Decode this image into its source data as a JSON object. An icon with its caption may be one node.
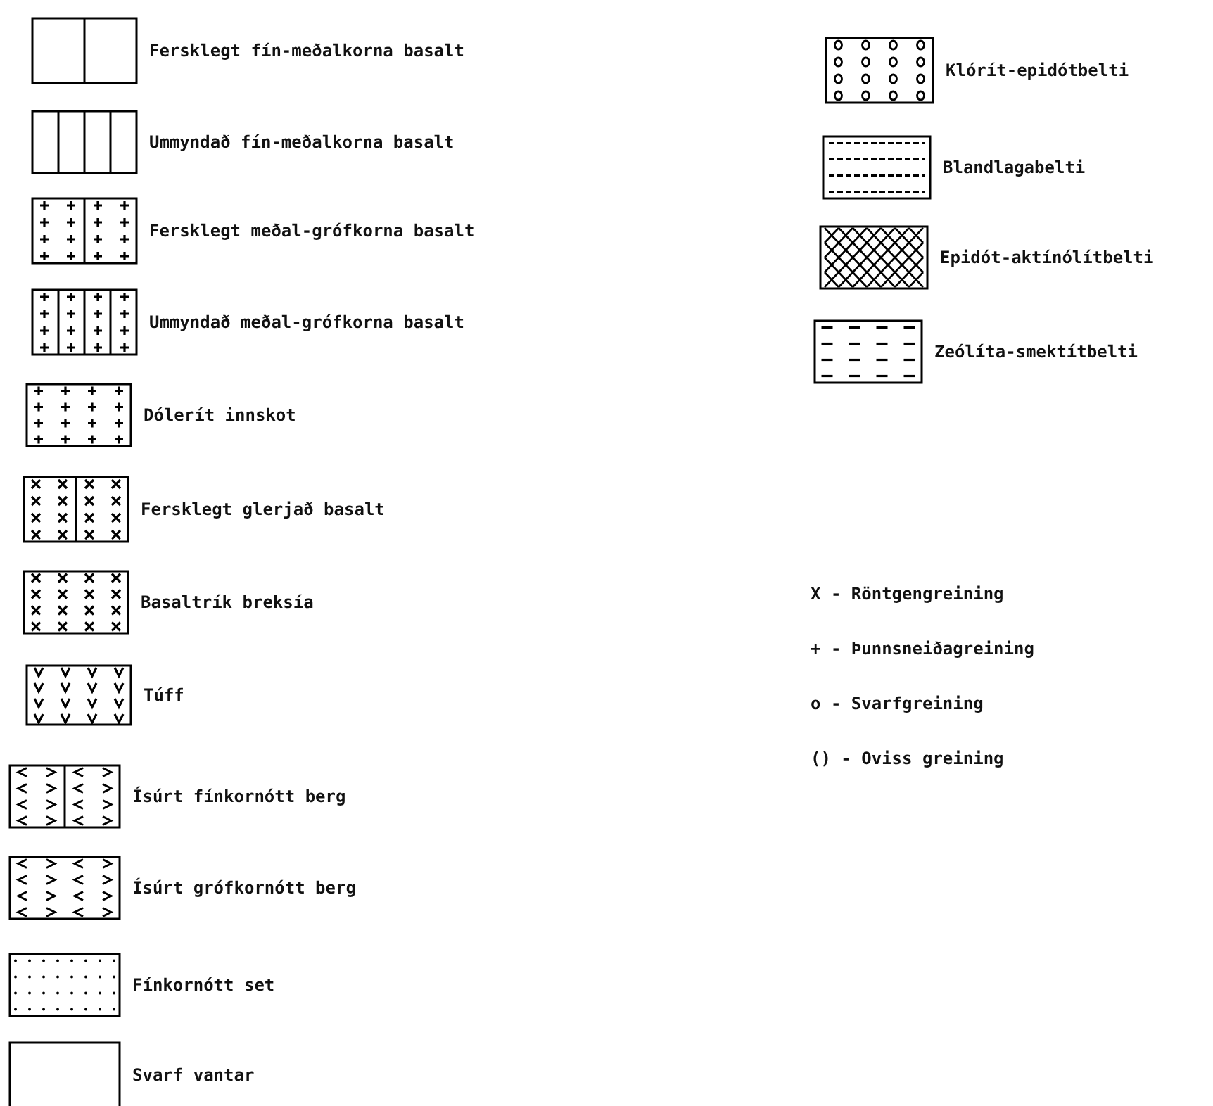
{
  "diagram": {
    "legend": [
      {
        "text": "Fersklegt fín-meðalkorna basalt"
      },
      {
        "text": "Ummyndað fín-meðalkorna basalt"
      },
      {
        "text": "Fersklegt meðal-grófkorna basalt"
      },
      {
        "text": "Ummyndað meðal-grófkorna basalt"
      },
      {
        "text": "Dólerít innskot"
      },
      {
        "text": "Fersklegt glerjað basalt"
      },
      {
        "text": "Basaltrík breksía"
      },
      {
        "text": "Túff"
      },
      {
        "text": "Ísúrt fínkornótt berg"
      },
      {
        "text": "Ísúrt grófkornótt berg"
      },
      {
        "text": "Fínkornótt set"
      },
      {
        "text": "Svarf vantar"
      },
      {
        "text": "Klórít-epidótbelti"
      },
      {
        "text": "Blandlagabelti"
      },
      {
        "text": "Epidót-aktínólítbelti"
      },
      {
        "text": "Zeólíta-smektítbelti"
      }
    ],
    "labels": [
      "X - Röntgengreining",
      "+ - Þunnsneiðagreining",
      "o - Svarfgreining",
      "() - Oviss greining"
    ]
  }
}
